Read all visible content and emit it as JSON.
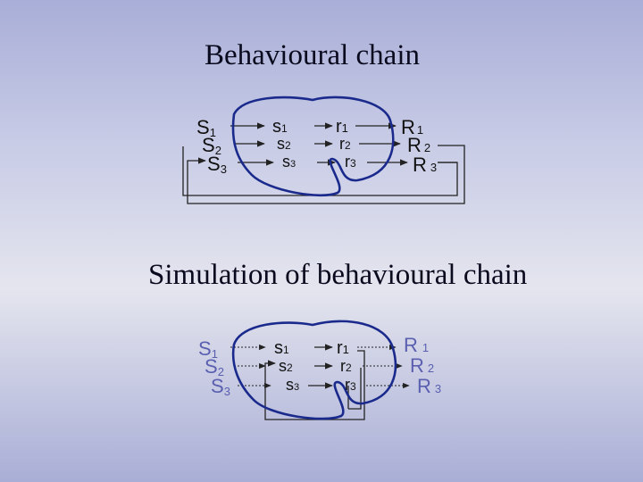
{
  "title_top": "Behavioural chain",
  "title_bottom": "Simulation of behavioural chain",
  "colors": {
    "brain": "#1a2a8c",
    "text_dark": "#111111",
    "text_light": "#5a5fb0",
    "line": "#222222"
  },
  "diagram_top": {
    "S": [
      {
        "b": "S",
        "i": "1"
      },
      {
        "b": "S",
        "i": "2"
      },
      {
        "b": "S",
        "i": "3"
      }
    ],
    "s": [
      {
        "b": "s",
        "i": "1"
      },
      {
        "b": "s",
        "i": "2"
      },
      {
        "b": "s",
        "i": "3"
      }
    ],
    "r": [
      {
        "b": "r",
        "i": "1"
      },
      {
        "b": "r",
        "i": "2"
      },
      {
        "b": "r",
        "i": "3"
      }
    ],
    "R": [
      {
        "b": "R",
        "i": "1"
      },
      {
        "b": "R",
        "i": "2"
      },
      {
        "b": "R",
        "i": "3"
      }
    ]
  },
  "diagram_bottom": {
    "S": [
      {
        "b": "S",
        "i": "1"
      },
      {
        "b": "S",
        "i": "2"
      },
      {
        "b": "S",
        "i": "3"
      }
    ],
    "s": [
      {
        "b": "s",
        "i": "1"
      },
      {
        "b": "s",
        "i": "2"
      },
      {
        "b": "s",
        "i": "3"
      }
    ],
    "r": [
      {
        "b": "r",
        "i": "1"
      },
      {
        "b": "r",
        "i": "2"
      },
      {
        "b": "r",
        "i": "3"
      }
    ],
    "R": [
      {
        "b": "R",
        "i": "1"
      },
      {
        "b": "R",
        "i": "2"
      },
      {
        "b": "R",
        "i": "3"
      }
    ]
  }
}
